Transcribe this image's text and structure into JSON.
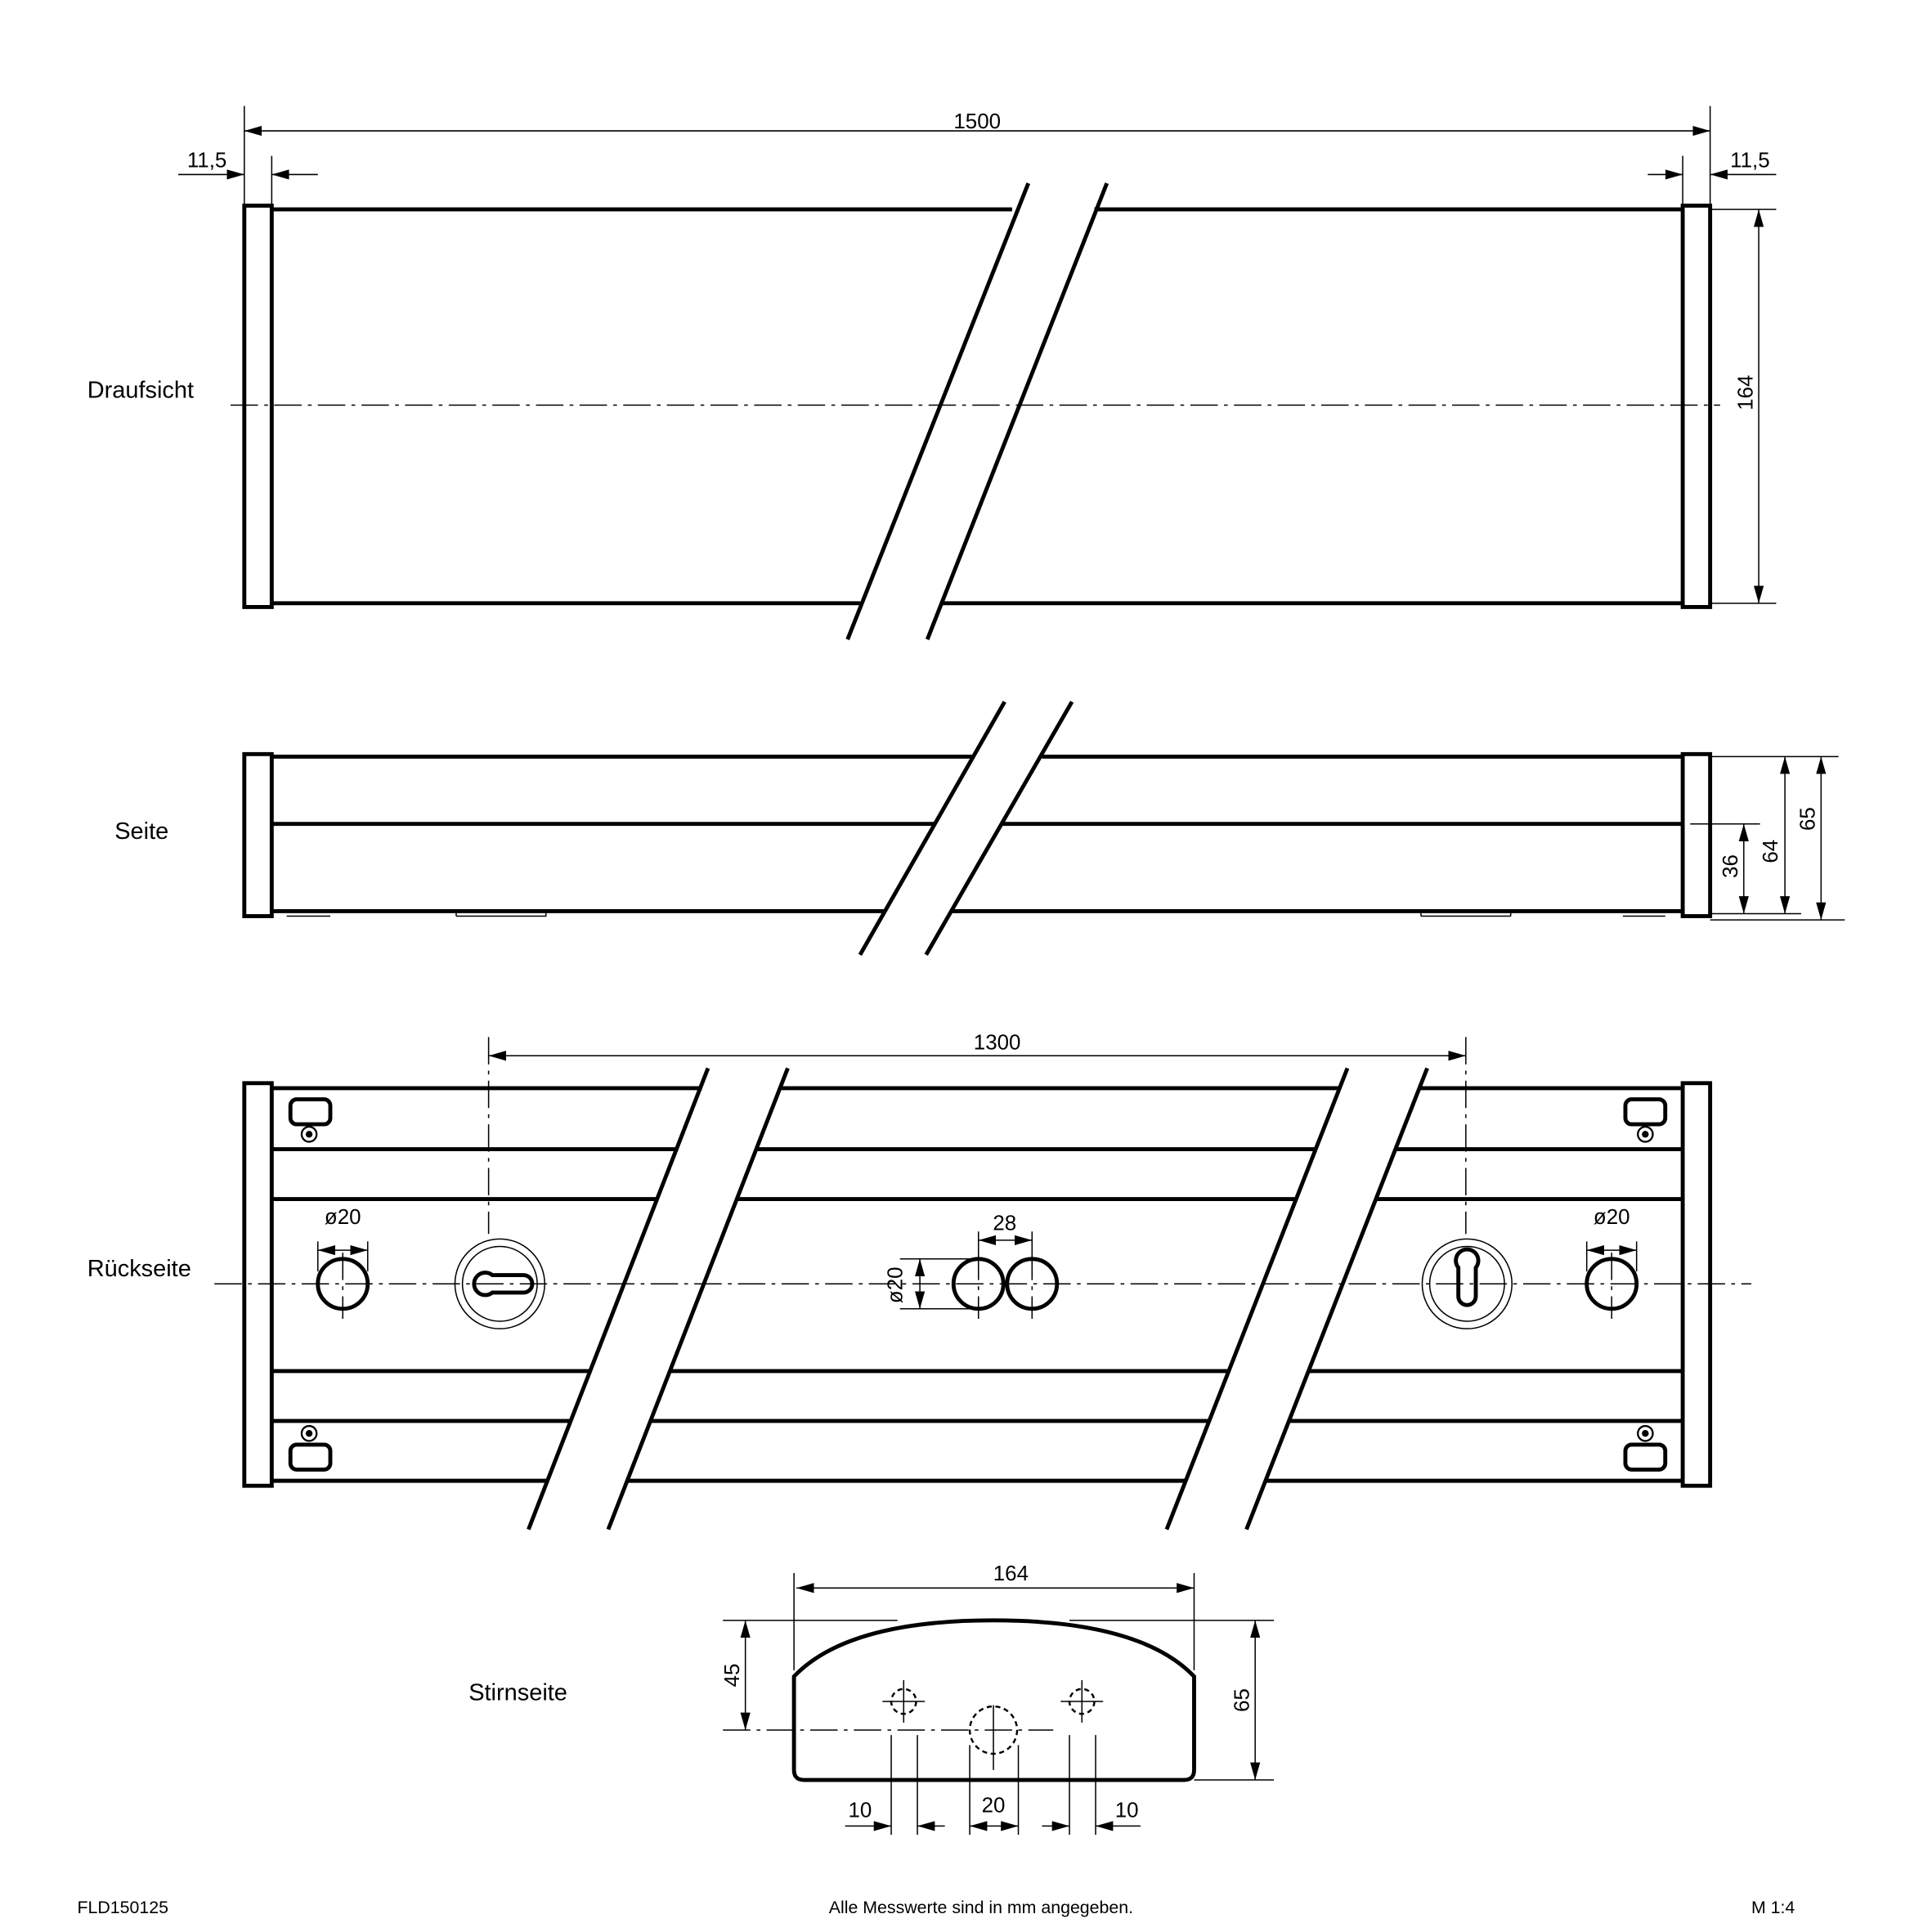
{
  "views": {
    "top": {
      "label": "Draufsicht",
      "dim_length": "1500",
      "dim_cap_left": "11,5",
      "dim_cap_right": "11,5",
      "dim_width": "164"
    },
    "side": {
      "label": "Seite",
      "dim_36": "36",
      "dim_64": "64",
      "dim_65": "65"
    },
    "back": {
      "label": "Rückseite",
      "dim_1300": "1300",
      "dim_hole_left": "ø20",
      "dim_hole_right": "ø20",
      "dim_center_spacing": "28",
      "dim_center_hole": "ø20"
    },
    "end": {
      "label": "Stirnseite",
      "dim_width": "164",
      "dim_45": "45",
      "dim_65": "65",
      "dim_10_left": "10",
      "dim_20": "20",
      "dim_10_right": "10"
    }
  },
  "footer": {
    "article": "FLD150125",
    "note": "Alle Messwerte sind in mm angegeben.",
    "scale": "M 1:4"
  }
}
